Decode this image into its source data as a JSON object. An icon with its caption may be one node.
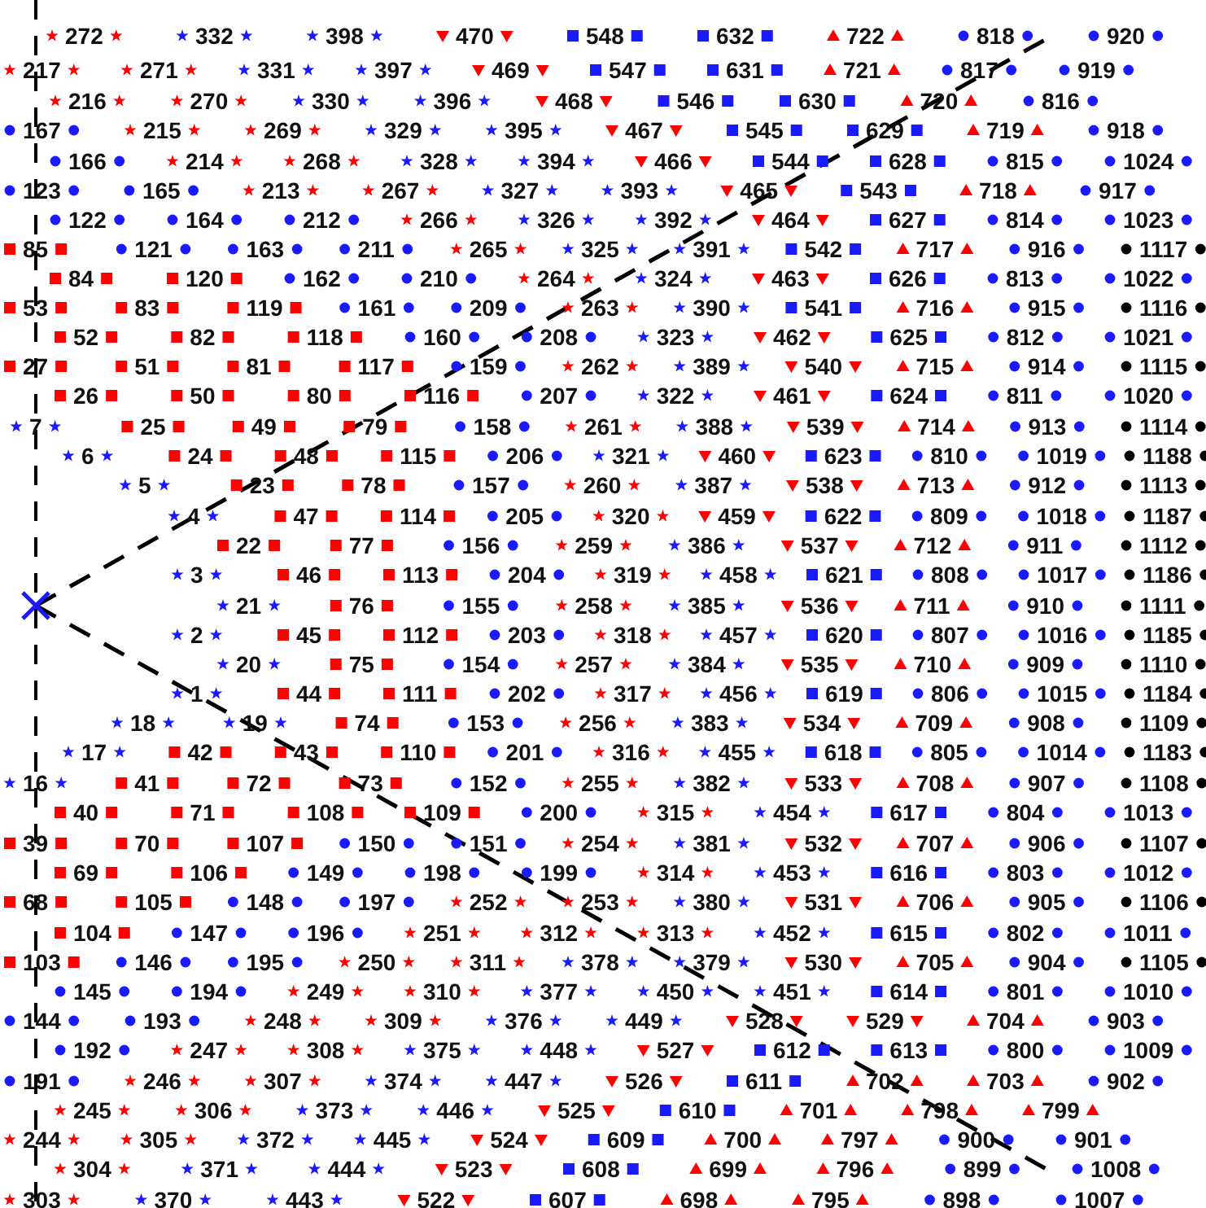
{
  "diagram": {
    "labels": [
      "272",
      "332",
      "398",
      "470",
      "548",
      "632",
      "722",
      "818",
      "920",
      "217",
      "271",
      "331",
      "397",
      "469",
      "547",
      "631",
      "721",
      "817",
      "919",
      "216",
      "270",
      "330",
      "396",
      "468",
      "546",
      "630",
      "720",
      "816",
      "167",
      "215",
      "269",
      "329",
      "395",
      "467",
      "545",
      "629",
      "719",
      "918",
      "166",
      "214",
      "268",
      "328",
      "394",
      "466",
      "544",
      "628",
      "815",
      "1024",
      "123",
      "165",
      "213",
      "267",
      "327",
      "393",
      "465",
      "543",
      "718",
      "917",
      "122",
      "164",
      "212",
      "266",
      "326",
      "392",
      "464",
      "627",
      "814",
      "1023",
      "85",
      "121",
      "163",
      "211",
      "265",
      "325",
      "391",
      "542",
      "717",
      "916",
      "1117",
      "84",
      "120",
      "162",
      "210",
      "264",
      "324",
      "463",
      "626",
      "813",
      "1022",
      "53",
      "83",
      "119",
      "161",
      "209",
      "263",
      "390",
      "541",
      "716",
      "915",
      "1116",
      "52",
      "82",
      "118",
      "160",
      "208",
      "323",
      "462",
      "625",
      "812",
      "1021",
      "27",
      "51",
      "81",
      "117",
      "159",
      "262",
      "389",
      "540",
      "715",
      "914",
      "1115",
      "26",
      "50",
      "80",
      "116",
      "207",
      "322",
      "461",
      "624",
      "811",
      "1020",
      "7",
      "25",
      "49",
      "79",
      "158",
      "261",
      "388",
      "539",
      "714",
      "913",
      "1114",
      "6",
      "24",
      "48",
      "115",
      "206",
      "321",
      "460",
      "623",
      "810",
      "1019",
      "1188",
      "5",
      "23",
      "78",
      "157",
      "260",
      "387",
      "538",
      "713",
      "912",
      "1113",
      "4",
      "47",
      "114",
      "205",
      "320",
      "459",
      "622",
      "809",
      "1018",
      "1187",
      "22",
      "77",
      "156",
      "259",
      "386",
      "537",
      "712",
      "911",
      "1112",
      "3",
      "46",
      "113",
      "204",
      "319",
      "458",
      "621",
      "808",
      "1017",
      "1186",
      "21",
      "76",
      "155",
      "258",
      "385",
      "536",
      "711",
      "910",
      "1111",
      "2",
      "45",
      "112",
      "203",
      "318",
      "457",
      "620",
      "807",
      "1016",
      "1185",
      "20",
      "75",
      "154",
      "257",
      "384",
      "535",
      "710",
      "909",
      "1110",
      "1",
      "44",
      "111",
      "202",
      "317",
      "456",
      "619",
      "806",
      "1015",
      "1184",
      "18",
      "19",
      "74",
      "153",
      "256",
      "383",
      "534",
      "709",
      "908",
      "1109",
      "17",
      "42",
      "43",
      "110",
      "201",
      "316",
      "455",
      "618",
      "805",
      "1014",
      "1183",
      "16",
      "41",
      "72",
      "73",
      "152",
      "255",
      "382",
      "533",
      "708",
      "907",
      "1108",
      "40",
      "71",
      "108",
      "109",
      "200",
      "315",
      "454",
      "617",
      "804",
      "1013",
      "39",
      "70",
      "107",
      "150",
      "151",
      "254",
      "381",
      "532",
      "707",
      "906",
      "1107",
      "69",
      "106",
      "149",
      "198",
      "199",
      "314",
      "453",
      "616",
      "803",
      "1012",
      "68",
      "105",
      "148",
      "197",
      "252",
      "253",
      "380",
      "531",
      "706",
      "905",
      "1106",
      "104",
      "147",
      "196",
      "251",
      "312",
      "313",
      "452",
      "615",
      "802",
      "1011",
      "103",
      "146",
      "195",
      "250",
      "311",
      "378",
      "379",
      "530",
      "705",
      "904",
      "1105",
      "145",
      "194",
      "249",
      "310",
      "377",
      "450",
      "451",
      "614",
      "801",
      "1010",
      "144",
      "193",
      "248",
      "309",
      "376",
      "449",
      "528",
      "529",
      "704",
      "903",
      "192",
      "247",
      "308",
      "375",
      "448",
      "527",
      "612",
      "613",
      "800",
      "1009",
      "191",
      "246",
      "307",
      "374",
      "447",
      "526",
      "611",
      "702",
      "703",
      "902",
      "245",
      "306",
      "373",
      "446",
      "525",
      "610",
      "701",
      "798",
      "799",
      "244",
      "305",
      "372",
      "445",
      "524",
      "609",
      "700",
      "797",
      "900",
      "901",
      "304",
      "371",
      "444",
      "523",
      "608",
      "699",
      "796",
      "899",
      "1008",
      "303",
      "370",
      "443",
      "522",
      "607",
      "698",
      "795",
      "898",
      "1007"
    ]
  }
}
